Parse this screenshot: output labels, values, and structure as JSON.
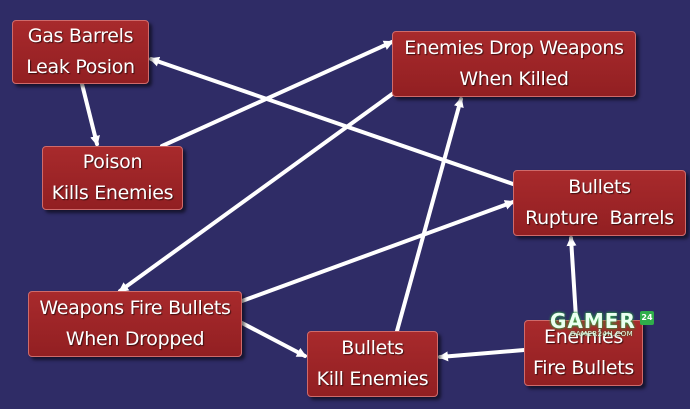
{
  "nodes": {
    "gas": {
      "line1": "Gas Barrels",
      "line2": "Leak Posion"
    },
    "poison": {
      "line1": "Poison",
      "line2": "Kills Enemies"
    },
    "drop": {
      "line1": "Enemies Drop Weapons",
      "line2": "When Killed"
    },
    "rupture": {
      "line1": "Bullets",
      "line2": "Rupture  Barrels"
    },
    "weapons": {
      "line1": "Weapons Fire Bullets",
      "line2": "When Dropped"
    },
    "bullets": {
      "line1": "Bullets",
      "line2": "Kill Enemies"
    },
    "efb": {
      "line1": "Enemies",
      "line2": "Fire Bullets"
    }
  },
  "edges": [
    {
      "from": "gas",
      "to": "poison"
    },
    {
      "from": "poison",
      "to": "drop"
    },
    {
      "from": "drop",
      "to": "weapons"
    },
    {
      "from": "rupture",
      "to": "gas"
    },
    {
      "from": "weapons",
      "to": "rupture"
    },
    {
      "from": "weapons",
      "to": "bullets"
    },
    {
      "from": "bullets",
      "to": "drop"
    },
    {
      "from": "efb",
      "to": "bullets"
    },
    {
      "from": "efb",
      "to": "rupture"
    }
  ],
  "colors": {
    "background": "#2f2c66",
    "node_fill": "#a82a2c",
    "arrow": "#ffffff"
  },
  "watermark": {
    "main": "GAMER",
    "badge": "24",
    "sub": "GAMER24H.COM"
  }
}
